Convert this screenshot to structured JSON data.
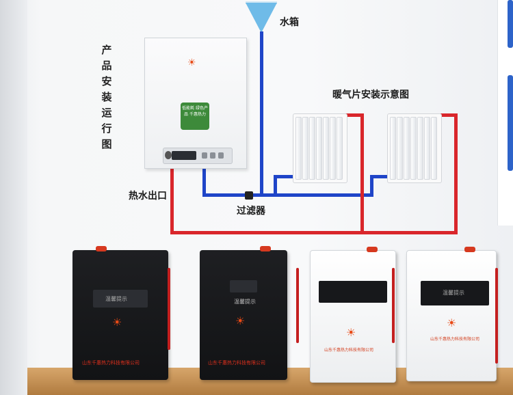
{
  "diagram": {
    "vertical_title": "产品安装运行图",
    "water_tank_label": "水箱",
    "radiator_title": "暖气片安装示意图",
    "hot_water_outlet_label": "热水出口",
    "filter_label": "过滤器"
  },
  "boiler": {
    "badge_text": "低能耗 绿色产品 千惠热力"
  },
  "units": [
    {
      "color": "black",
      "display_text": "温馨提示",
      "company": "山东千惠热力科技有限公司"
    },
    {
      "color": "black",
      "display_text": "温馨提示",
      "company": "山东千惠热力科技有限公司"
    },
    {
      "color": "white",
      "display_text": "",
      "company": "山东千惠热力科技有限公司"
    },
    {
      "color": "white",
      "display_text": "温馨提示",
      "company": "山东千惠热力科技有限公司"
    }
  ],
  "colors": {
    "hot_pipe": "#d9262b",
    "cold_pipe": "#1f45c8",
    "brand": "#e84a16"
  },
  "icons": {
    "brand_logo": "sun-logo-icon"
  }
}
